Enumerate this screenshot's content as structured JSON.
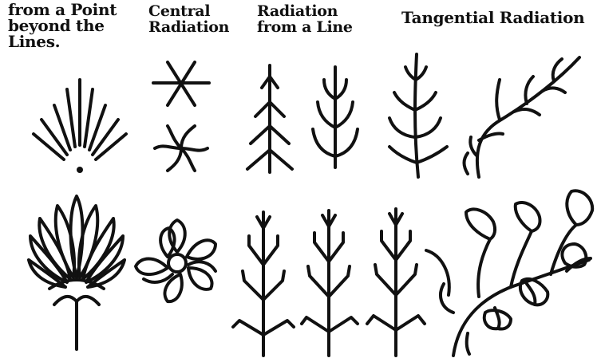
{
  "captions": {
    "point_beyond": "from a Point\nbeyond the\nLines.",
    "central": "Central\nRadiation",
    "from_line": "Radiation\nfrom a Line",
    "tangential": "Tangential Radiation"
  },
  "colors": {
    "ink": "#111111",
    "paper": "#ffffff"
  }
}
